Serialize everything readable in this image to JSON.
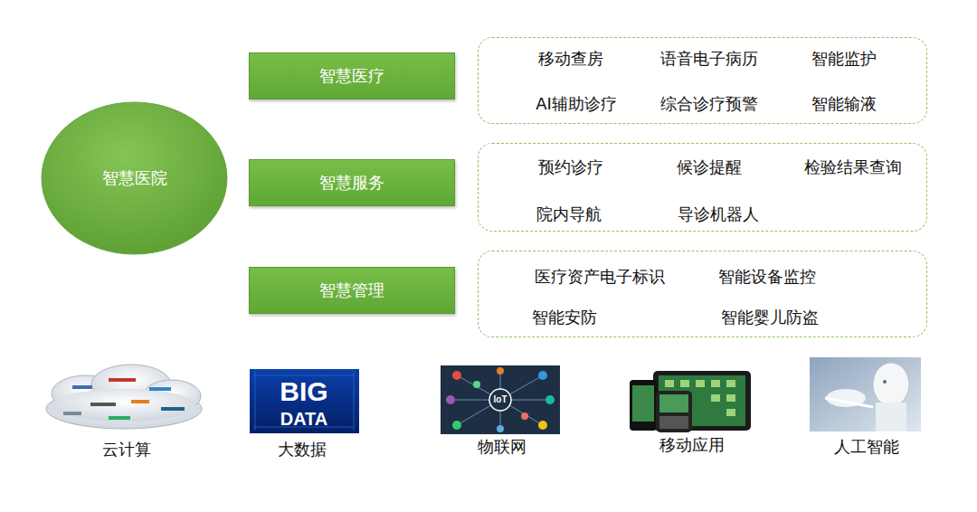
{
  "diagram": {
    "nodes": [
      {
        "text": [
          "智慧医院"
        ]
      },
      {
        "text": [
          "智慧医疗"
        ]
      },
      {
        "text": [
          "智慧服务"
        ]
      },
      {
        "text": [
          "智慧管理"
        ]
      },
      {
        "text": [
          "移动查房",
          "语音电子病历",
          "智能监护",
          "AI辅助诊疗",
          "综合诊疗预警",
          "智能输液"
        ]
      },
      {
        "text": [
          "预约诊疗",
          "候诊提醒",
          "检验结果查询",
          "院内导航",
          "导诊机器人"
        ]
      },
      {
        "text": [
          "医疗资产电子标识",
          "智能设备监控",
          "智能安防",
          "智能婴儿防盗"
        ]
      }
    ],
    "labels": [
      "BIG",
      "DATA",
      "IoT",
      "云计算",
      "大数据",
      "物联网",
      "移动应用",
      "人工智能"
    ]
  }
}
